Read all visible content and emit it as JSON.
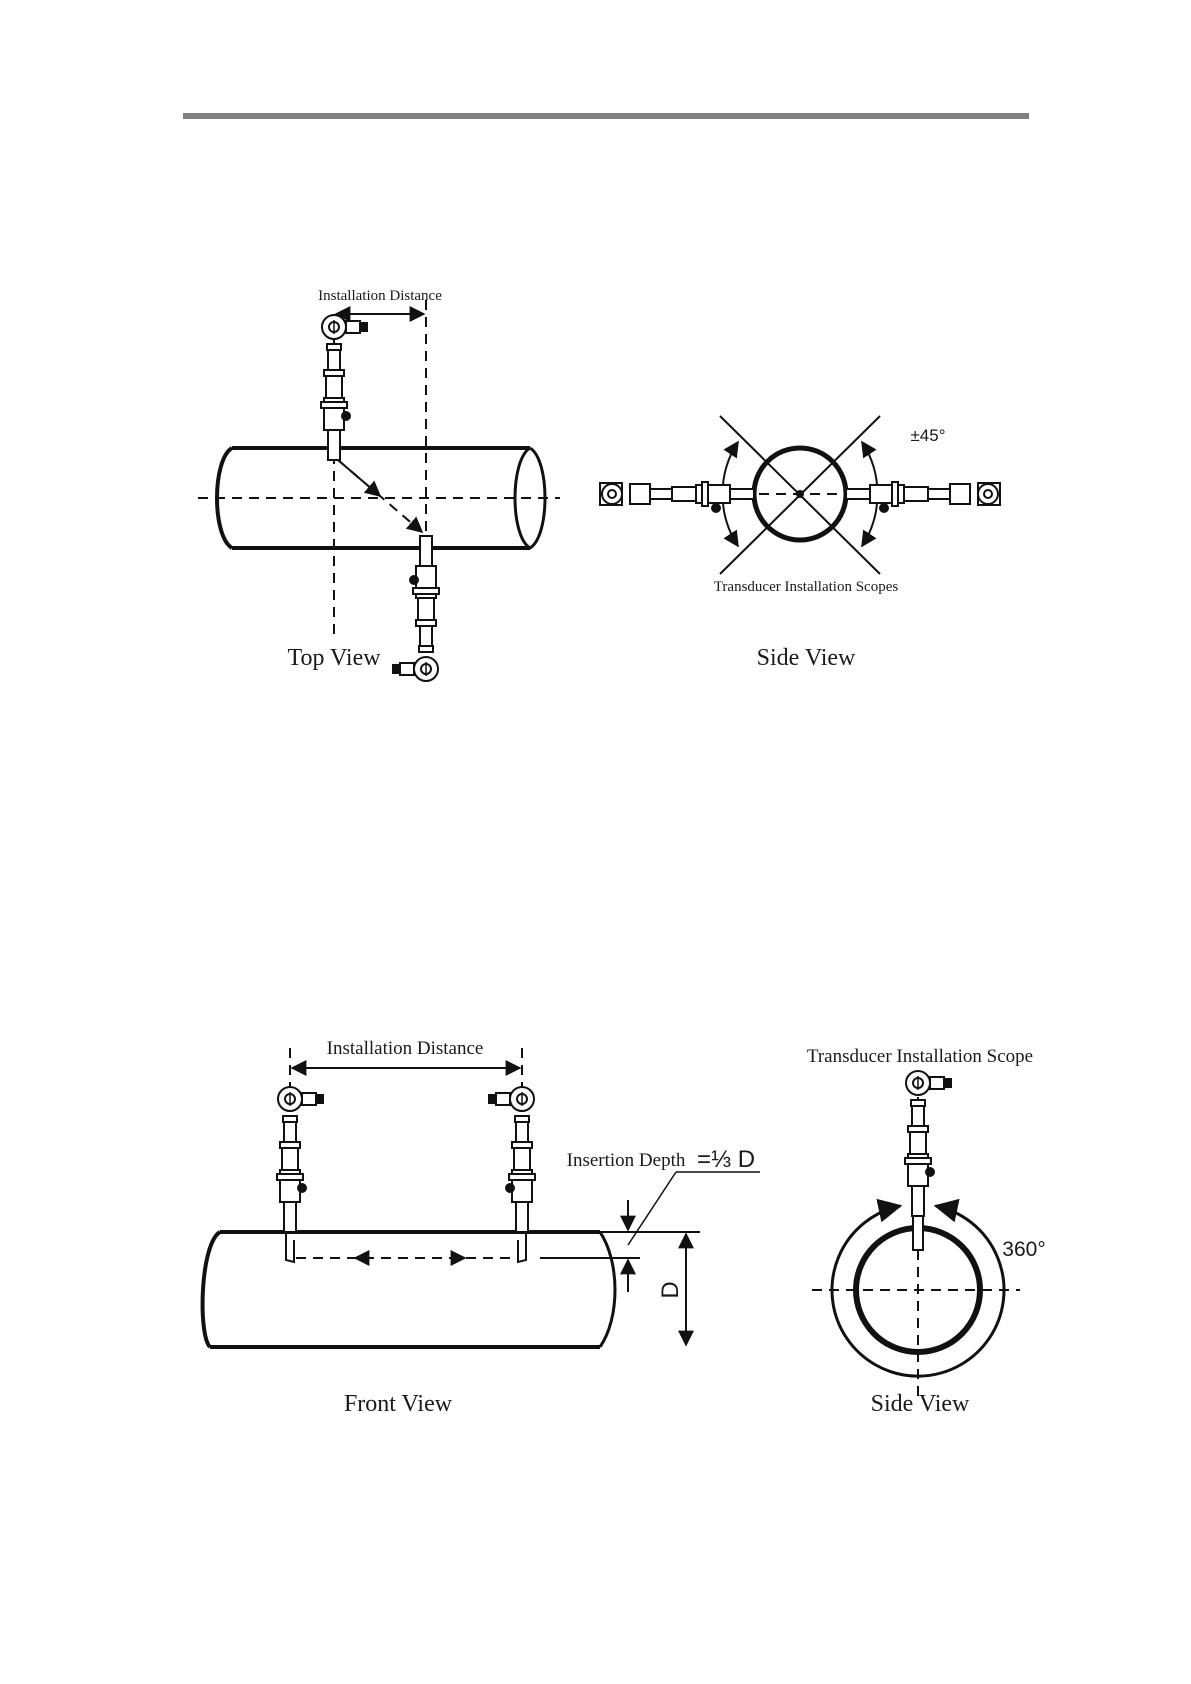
{
  "colors": {
    "line": "#111111",
    "header_rule": "#808080",
    "background": "#ffffff"
  },
  "diagram1": {
    "top_view": {
      "label": "Top View",
      "dimension_label": "Installation Distance"
    },
    "side_view": {
      "label": "Side View",
      "angle_label": "±45°",
      "scope_label": "Transducer Installation  Scopes"
    }
  },
  "diagram2": {
    "front_view": {
      "label": "Front View",
      "dimension_label": "Installation Distance",
      "depth_label": "Insertion Depth",
      "depth_formula": "=⅓ D",
      "diameter_label": "D"
    },
    "side_view": {
      "label": "Side View",
      "scope_label": "Transducer Installation Scope",
      "angle_label": "360°"
    }
  }
}
